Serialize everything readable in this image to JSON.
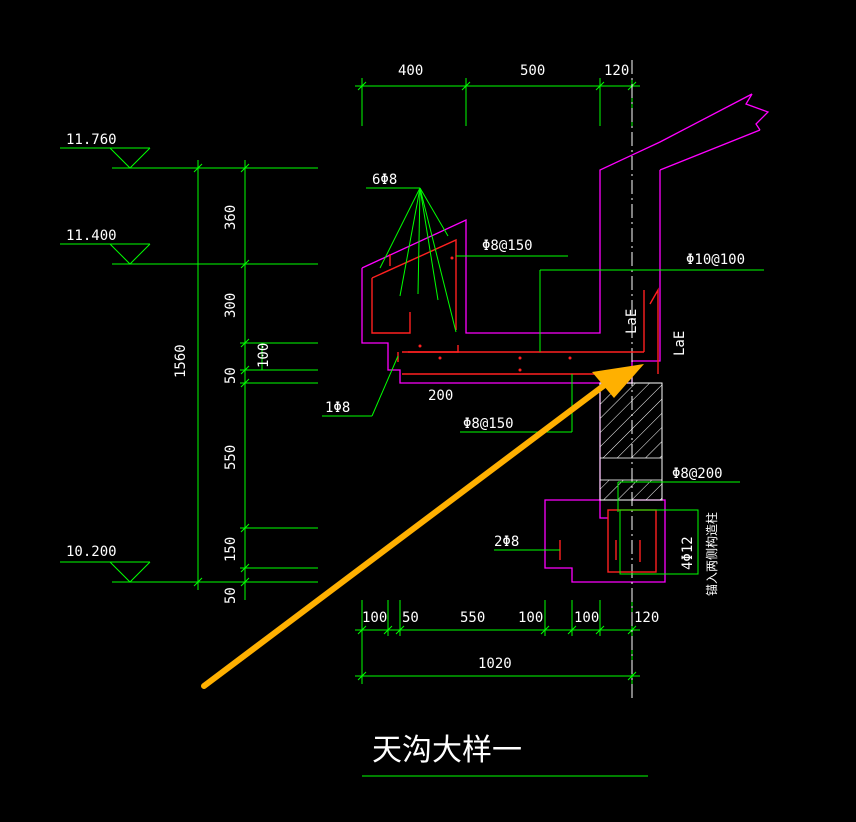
{
  "title": "天沟大样一",
  "elevations": [
    "11.760",
    "11.400",
    "10.200"
  ],
  "vertical_dims": [
    "360",
    "300",
    "100",
    "50",
    "550",
    "150",
    "50"
  ],
  "total_height": "1560",
  "top_dims": [
    "400",
    "500",
    "120"
  ],
  "bottom_dims": [
    "100",
    "50",
    "550",
    "100",
    "100",
    "120"
  ],
  "total_width": "1020",
  "inner_dim": "200",
  "rebar_labels": {
    "top_bars": "6Φ8",
    "stirrup_upright": "Φ8@150",
    "slab_bar": "Φ10@100",
    "single_bar": "1Φ8",
    "slab_bottom": "Φ8@150",
    "beam_stirrup": "Φ8@200",
    "beam_side": "2Φ8",
    "column_bars": "4Φ12",
    "anchor_1": "LaE",
    "anchor_2": "LaE"
  },
  "note": "锚入两侧构造柱",
  "colors": {
    "dimension": "#00ff00",
    "outline": "#ff00ff",
    "rebar": "#ff2020",
    "arrow": "#ffb000",
    "background": "#000000"
  }
}
